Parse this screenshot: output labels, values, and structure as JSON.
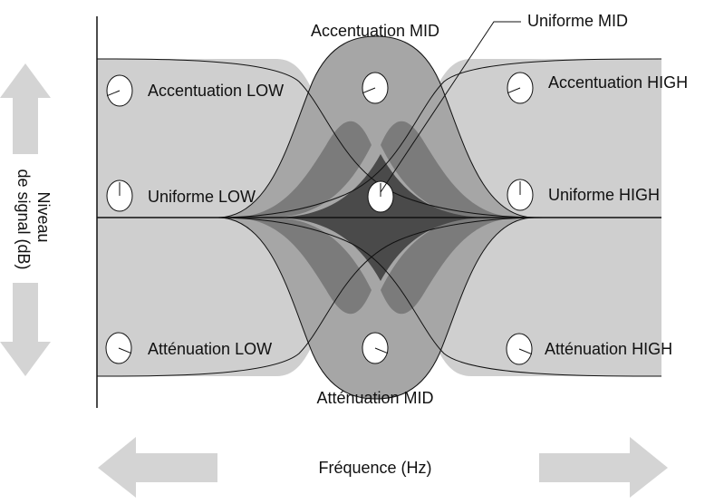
{
  "colors": {
    "background": "#ffffff",
    "region_light": "#cfcfcf",
    "region_mid": "#a6a6a6",
    "region_dark": "#7b7b7b",
    "region_darkest": "#4a4a4a",
    "arrow": "#d4d4d4",
    "line": "#111111"
  },
  "labels": {
    "boost_mid": "Accentuation MID",
    "flat_mid": "Uniforme MID",
    "boost_low": "Accentuation LOW",
    "boost_high": "Accentuation HIGH",
    "flat_low": "Uniforme LOW",
    "flat_high": "Uniforme HIGH",
    "cut_low": "Atténuation LOW",
    "cut_high": "Atténuation HIGH",
    "cut_mid": "Atténuation MID"
  },
  "axes": {
    "y_label_line1": "Niveau",
    "y_label_line2": "de signal (dB)",
    "x_label": "Fréquence (Hz)"
  },
  "knobs": [
    {
      "name": "knob-boost-low",
      "setting": "boost",
      "value": -0.75
    },
    {
      "name": "knob-boost-mid",
      "setting": "boost",
      "value": -0.75
    },
    {
      "name": "knob-boost-high",
      "setting": "boost",
      "value": -0.75
    },
    {
      "name": "knob-flat-low",
      "setting": "flat",
      "value": 0
    },
    {
      "name": "knob-flat-mid",
      "setting": "flat",
      "value": 0
    },
    {
      "name": "knob-flat-high",
      "setting": "flat",
      "value": 0
    },
    {
      "name": "knob-cut-low",
      "setting": "cut",
      "value": 0.75
    },
    {
      "name": "knob-cut-mid",
      "setting": "cut",
      "value": 0.75
    },
    {
      "name": "knob-cut-high",
      "setting": "cut",
      "value": 0.75
    }
  ]
}
